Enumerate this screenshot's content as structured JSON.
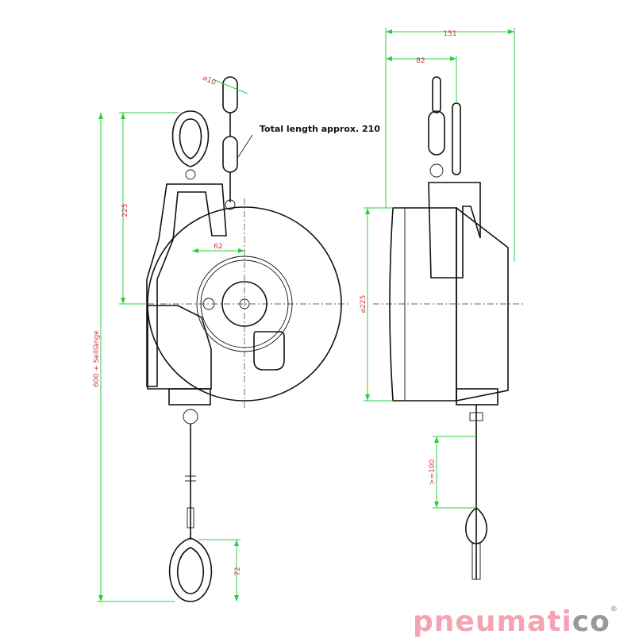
{
  "drawing": {
    "note": "Total length approx. 210",
    "dimensions": {
      "chain_diameter": "⌀10",
      "shackle_to_axis": "225",
      "axis_offset": "62",
      "overall_length": "600 + Seillänge",
      "lower_hook": "72",
      "total_width": "151",
      "half_width": "82",
      "drum_diameter": "⌀225",
      "min_cable": ">=100"
    },
    "colors": {
      "dimension_line": "#2ecc40",
      "dimension_text": "#e0304a"
    }
  },
  "logo": {
    "text_pink": "pneumati",
    "text_grey": "co",
    "mark": "®"
  }
}
